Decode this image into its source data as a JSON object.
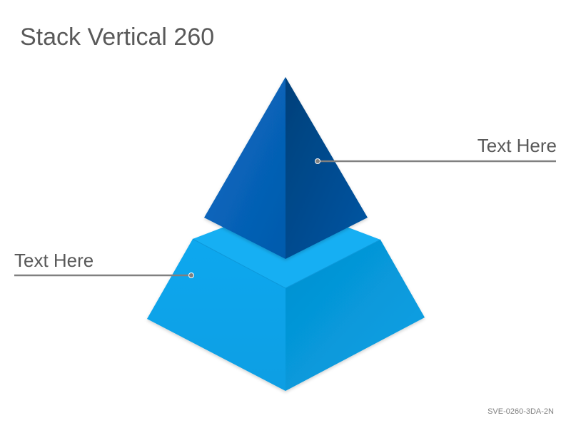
{
  "title": "Stack Vertical 260",
  "callouts": [
    {
      "label": "Text Here"
    },
    {
      "label": "Text Here"
    }
  ],
  "footer_code": "SVE-0260-3DA-2N",
  "colors": {
    "pyramid_top_left": "#065eb2",
    "pyramid_top_right": "#05467f",
    "base_top": "#16aef2",
    "base_left": "#0aa0e6",
    "base_right": "#0596d8",
    "leader_line": "#808080",
    "text": "#595959"
  }
}
